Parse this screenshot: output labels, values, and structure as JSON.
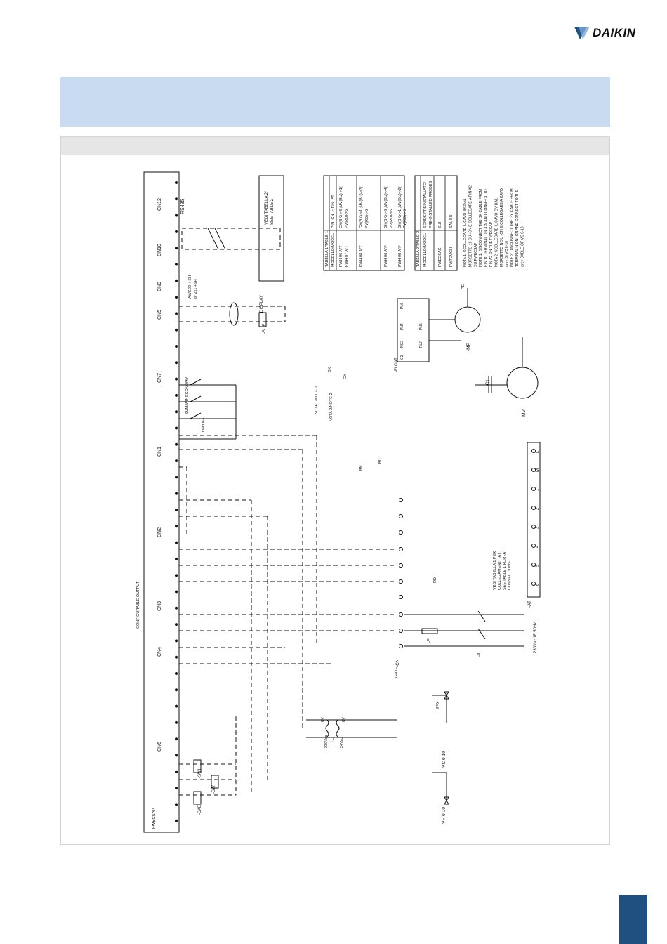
{
  "brand": {
    "name": "DAIKIN",
    "accent": "#20507f",
    "band_color": "#c9dbf1"
  },
  "header": {
    "title": ""
  },
  "diagram": {
    "board_label": "FWECSAP",
    "connectors": [
      "CN12",
      "CN10",
      "CN9",
      "CN5",
      "CN7",
      "CN1",
      "CN2",
      "CN3",
      "CN4",
      "CN6"
    ],
    "rs485_label": "RS485",
    "configurable_output": "CONFIGURABLE OUTPUT",
    "display_label": "DISPLAY",
    "cable_spec_1": "AWG22 + SH",
    "cable_spec_2": "or 2x1 +SH",
    "see_table2_1": "VEDI TABELLA 2/",
    "see_table2_2": "SEE TABLE 2",
    "contacts": [
      "ON/OFF",
      "SUM/WIN",
      "ECONOMY"
    ],
    "sensors": [
      "-SAE",
      "-SW",
      "-SWI",
      "-SUE"
    ],
    "valves": [
      "-VH 0-10",
      "-VC 0-10"
    ],
    "transformer": [
      "-TL",
      "230Vac",
      "24Vac",
      "0V",
      "0V"
    ],
    "motors": [
      "-MV",
      "-MP"
    ],
    "capacitor": "-C1",
    "float_switch": "-FLOAT",
    "float_pins": [
      "PL6",
      "PN4",
      "PN5",
      "PL7",
      "NC2",
      "C1"
    ],
    "terminal_block": "-AT",
    "terminal_numbers": [
      "L",
      "M",
      "1",
      "2",
      "3",
      "4",
      "5",
      "6"
    ],
    "wire_colors": [
      "BK",
      "BU",
      "BN",
      "GY",
      "RD",
      "GNYE",
      "PE",
      "grey"
    ],
    "power_supply": "230Vac 1F 50Hz",
    "switch_label": "-IL",
    "fuse_label": "-F",
    "connector_cn": "-CN",
    "see_table1_1": "VEDI TABELLA 1 PER",
    "see_table1_2": "COLLEGAMENTI -AT",
    "see_table1_3": "SEE TABLE 1 FOR -AT",
    "see_table1_4": "CONNECTIONS",
    "nota1": "NOTA 1/NOTE 1",
    "nota2": "NOTA 2/NOTE 2",
    "table1": {
      "title": "TABELLA 1/TABLE 1",
      "header": [
        "MODELLO/MODEL",
        "PIN -CN -> PIN -AT"
      ],
      "rows": [
        [
          "FWH 06 A*T",
          "GY(BK)->3 ;MV(BU)->1(",
          "FWH 07 A*T",
          "PV(RD)->6"
        ],
        [
          "FWH 08 A*T",
          "GY(BK)->1 ;MV(BU)->3(",
          "",
          "PV(RD)->5"
        ],
        [
          "FWH 06 A*F",
          "GY(BK)->3 ;MV(BU)->4(",
          "",
          "PV(RD)->6"
        ],
        [
          "FWH 08 A*F",
          "GY(BK)->1 ;MV(BU)->2(",
          "",
          "PV(RD)->5"
        ]
      ]
    },
    "table2": {
      "title": "TABELLA 2/TABLE 2",
      "header": [
        "MODELLO/MODEL",
        "SONDE PREINSTALLATE/",
        "PRE-INSTALLED PROBES"
      ],
      "rows": [
        [
          "FWECSAC",
          "SUI"
        ],
        [
          "FWTOUCH",
          "SAI, SUI"
        ]
      ]
    },
    "notes": [
      "NOTA 1: SCOLLEGARE IL CAVO BK DAL",
      "MORSETTO 10 SU -CN E COLLEGARE A PIN A2",
      "SU FWECSAP",
      "NOTE 1: DISCONNECT THE BK CABLE FROM",
      "PIN 10 TERMINAL ON -CN AND CONNECT TO",
      "PIN A2 ON THE FWECSAP",
      "NOTA 2: SCOLLEGARE IL CAVO GY DAL",
      "MORSETTO N SU -CN E COLLEGARE A CAVO",
      "grey DI VC 0-10",
      "NOTE 2: DISCONNECT THE GY CABLE FROM",
      "TERMINAL N ON -CN AND CONNECT TO THE",
      "grey CABLE OF VC 0-10"
    ]
  }
}
